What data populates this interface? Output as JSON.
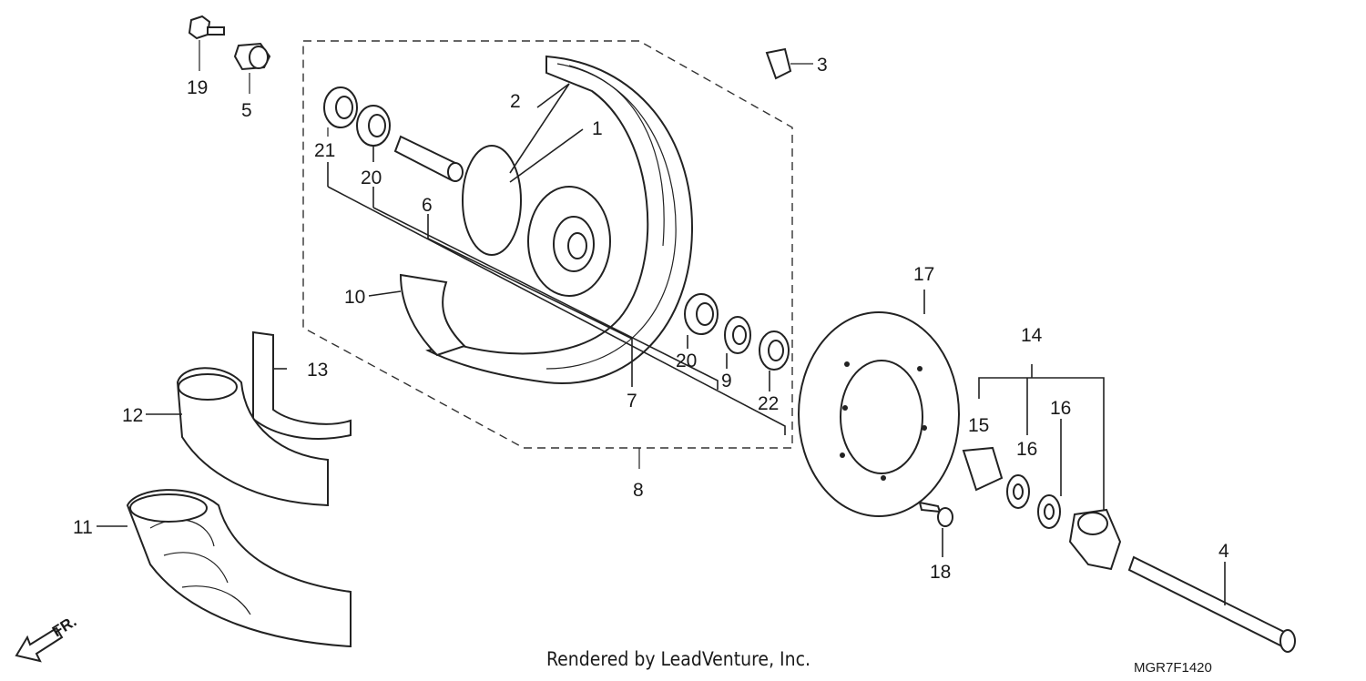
{
  "labels": {
    "p1": "1",
    "p2": "2",
    "p3": "3",
    "p4": "4",
    "p5": "5",
    "p6": "6",
    "p7": "7",
    "p8": "8",
    "p9": "9",
    "p10": "10",
    "p11": "11",
    "p12": "12",
    "p13": "13",
    "p14": "14",
    "p15": "15",
    "p16a": "16",
    "p16b": "16",
    "p17": "17",
    "p18": "18",
    "p19": "19",
    "p20a": "20",
    "p20b": "20",
    "p21": "21",
    "p22": "22"
  },
  "footer": {
    "credit": "Rendered by LeadVenture, Inc.",
    "code": "MGR7F1420"
  },
  "direction": {
    "text": "FR."
  },
  "colors": {
    "line": "#222222",
    "background": "#ffffff"
  }
}
